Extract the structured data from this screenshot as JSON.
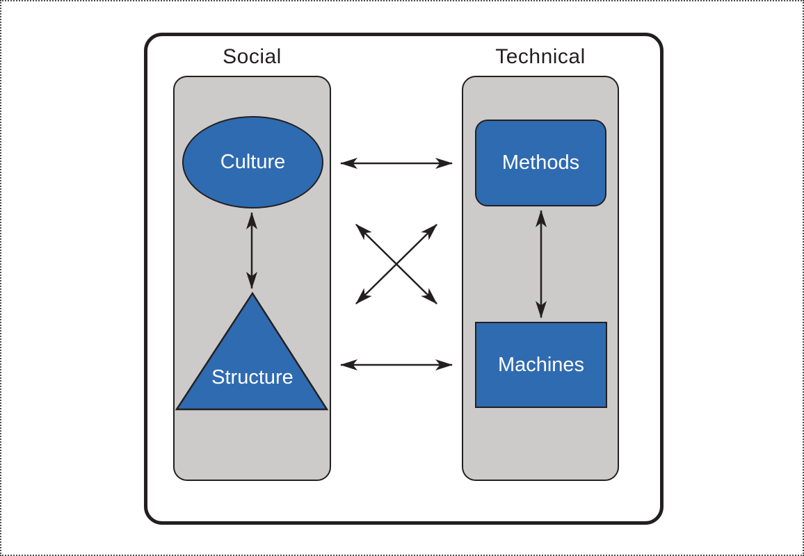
{
  "diagram": {
    "social_label": "Social",
    "technical_label": "Technical",
    "nodes": {
      "culture": {
        "label": "Culture",
        "shape": "ellipse"
      },
      "structure": {
        "label": "Structure",
        "shape": "triangle"
      },
      "methods": {
        "label": "Methods",
        "shape": "rounded-rectangle"
      },
      "machines": {
        "label": "Machines",
        "shape": "rectangle"
      }
    },
    "connections": [
      {
        "from": "Culture",
        "to": "Structure",
        "type": "bidirectional-vertical"
      },
      {
        "from": "Methods",
        "to": "Machines",
        "type": "bidirectional-vertical"
      },
      {
        "from": "Culture",
        "to": "Methods",
        "type": "bidirectional-horizontal"
      },
      {
        "from": "Structure",
        "to": "Machines",
        "type": "bidirectional-horizontal"
      },
      {
        "from": "Culture",
        "to": "Machines",
        "type": "bidirectional-diagonal"
      },
      {
        "from": "Structure",
        "to": "Methods",
        "type": "bidirectional-diagonal"
      }
    ],
    "colors": {
      "node_fill": "#2F6BB1",
      "panel_fill": "#CCCBCA",
      "stroke": "#231F20",
      "node_text": "#FFFFFF",
      "background": "#FFFFFF"
    }
  }
}
